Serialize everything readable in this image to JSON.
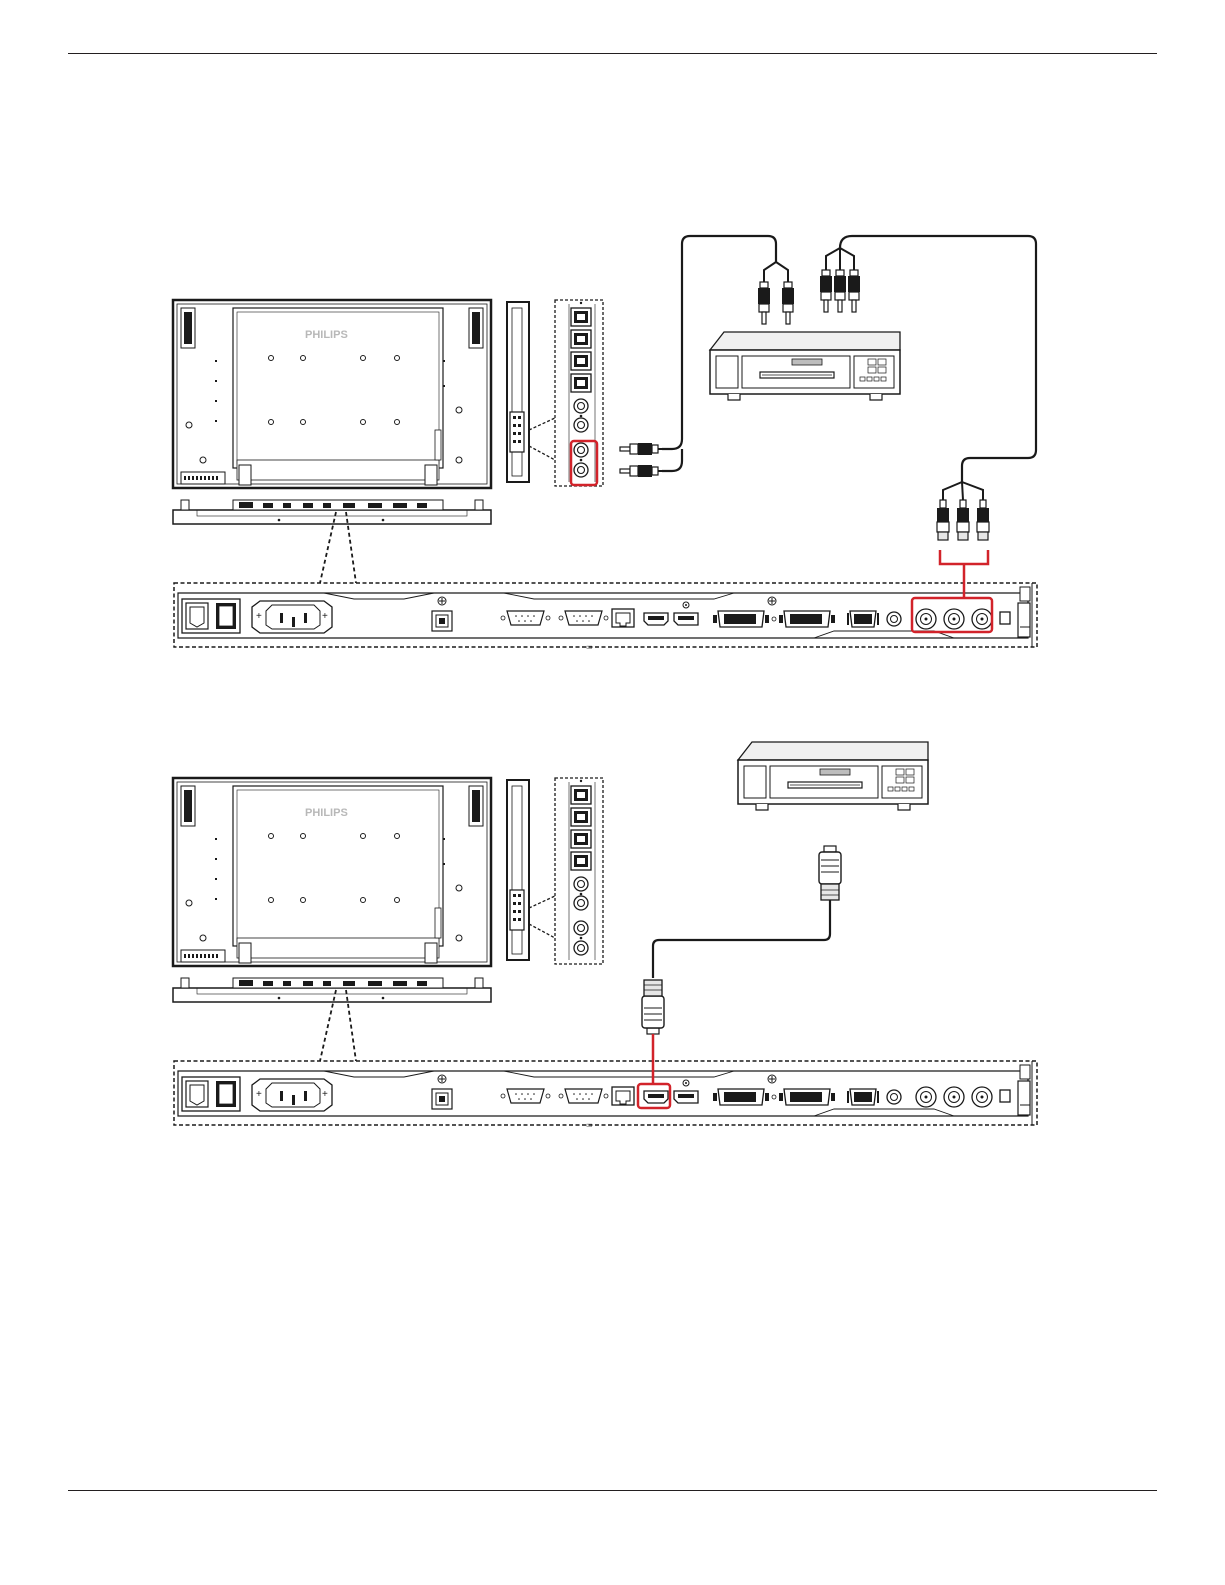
{
  "document": {
    "description_visible_text": "none",
    "diagrams": [
      {
        "id": "component-connection",
        "highlight_color": "#d2232a",
        "highlighted_port": "component-input"
      },
      {
        "id": "hdmi-connection",
        "highlight_color": "#d2232a",
        "highlighted_port": "hdmi-input"
      }
    ]
  },
  "branding": {
    "logo_text": "PHILIPS"
  },
  "colors": {
    "highlight": "#d2232a",
    "line": "#1a1a1a",
    "fill_light": "#e6e6e6"
  }
}
